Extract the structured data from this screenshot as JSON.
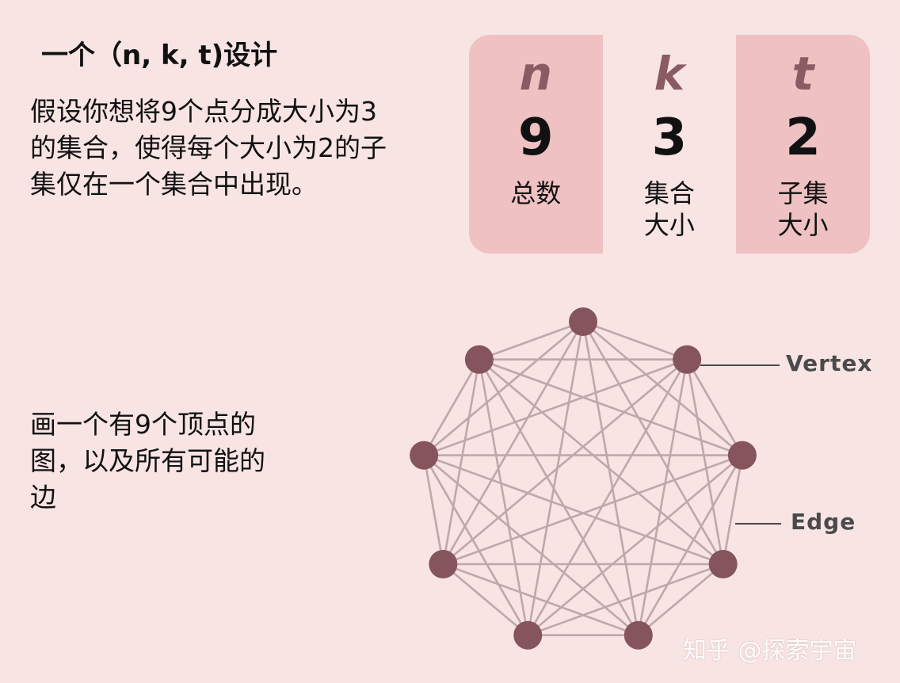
{
  "title": "一个（n, k, t)设计",
  "description": "假设你想将9个点分成大小为3的集合，使得每个大小为2的子集仅在一个集合中出现。",
  "graph_description": "画一个有9个顶点的图，以及所有可能的边",
  "params": [
    {
      "symbol": "n",
      "value": "9",
      "label": [
        "总数"
      ]
    },
    {
      "symbol": "k",
      "value": "3",
      "label": [
        "集合",
        "大小"
      ]
    },
    {
      "symbol": "t",
      "value": "2",
      "label": [
        "子集",
        "大小"
      ]
    }
  ],
  "graph": {
    "vertex_count": 9,
    "vertex_color": "#85545c",
    "edge_color": "#bfa7ab"
  },
  "callouts": {
    "vertex": "Vertex",
    "edge": "Edge"
  },
  "watermark": "知乎 @探索宇宙",
  "colors": {
    "background": "#f8e4e3",
    "panel_shaded": "#efc1c2",
    "symbol": "#8a5b62"
  }
}
